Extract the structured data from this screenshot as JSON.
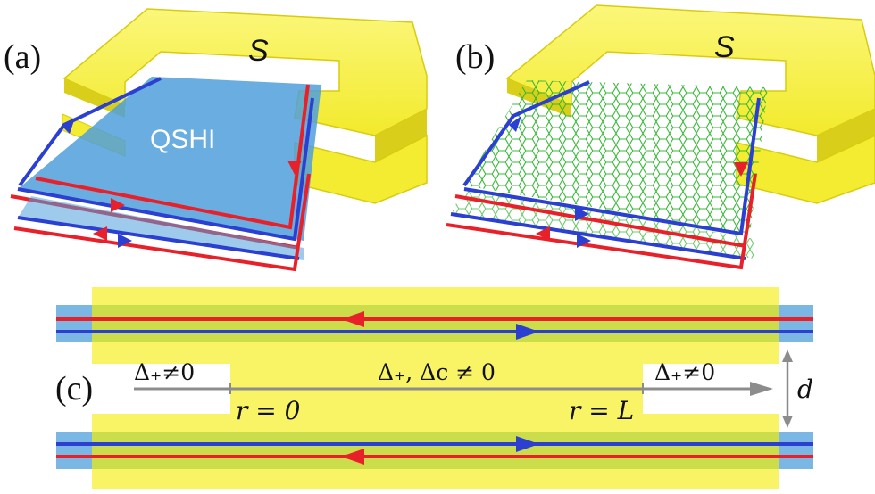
{
  "panels": {
    "a": {
      "label": "(a)",
      "superconductor_label": "S",
      "material_label": "QSHI"
    },
    "b": {
      "label": "(b)",
      "superconductor_label": "S"
    },
    "c": {
      "label": "(c)",
      "region_left": "Δ₊≠0",
      "region_middle": "Δ₊, Δc ≠ 0",
      "region_right": "Δ₊≠0",
      "marker_left": "r = 0",
      "marker_right": "r = L",
      "separation_label": "d"
    }
  },
  "colors": {
    "superconductor": "#f7f24a",
    "superconductor_side": "#d9cf1a",
    "qshi": "#4f9fdc",
    "edge_red": "#e8202a",
    "edge_blue": "#2b3fd0",
    "graphene": "#2fb52f",
    "axis": "#8c8c8c"
  },
  "icons": {
    "arrow": "triangle-arrow-icon"
  }
}
